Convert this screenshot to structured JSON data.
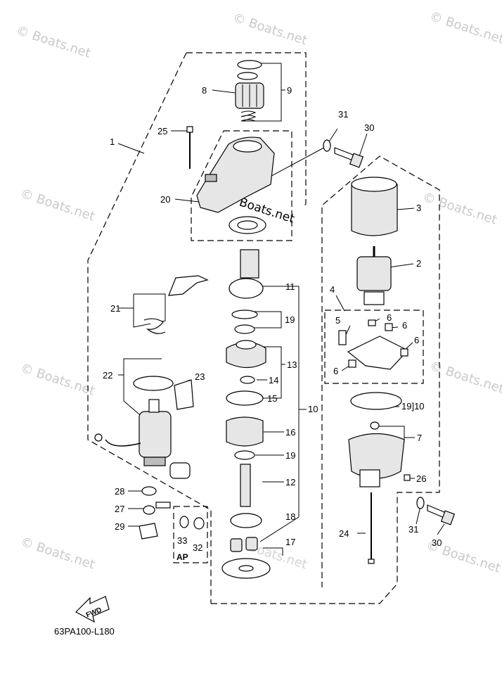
{
  "watermark": "© Boats.net",
  "callouts": {
    "c1": "1",
    "c2": "2",
    "c3": "3",
    "c4": "4",
    "c5": "5",
    "c6a": "6",
    "c6b": "6",
    "c6c": "6",
    "c6d": "6",
    "c7": "7",
    "c8": "8",
    "c9": "9",
    "c10a": "10",
    "c10b": "19]10",
    "c11": "11",
    "c12": "12",
    "c13": "13",
    "c14": "14",
    "c15": "15",
    "c16": "16",
    "c17": "17",
    "c18": "18",
    "c19a": "19",
    "c19b": "19",
    "c20": "20",
    "c21": "21",
    "c22": "22",
    "c23": "23",
    "c24": "24",
    "c25": "25",
    "c26": "26",
    "c27": "27",
    "c28": "28",
    "c29": "29",
    "c30a": "30",
    "c30b": "30",
    "c31a": "31",
    "c31b": "31",
    "c32": "32",
    "c33": "33"
  },
  "ap_label": "AP",
  "fwd_label": "FWD",
  "diagram_code": "63PA100-L180"
}
